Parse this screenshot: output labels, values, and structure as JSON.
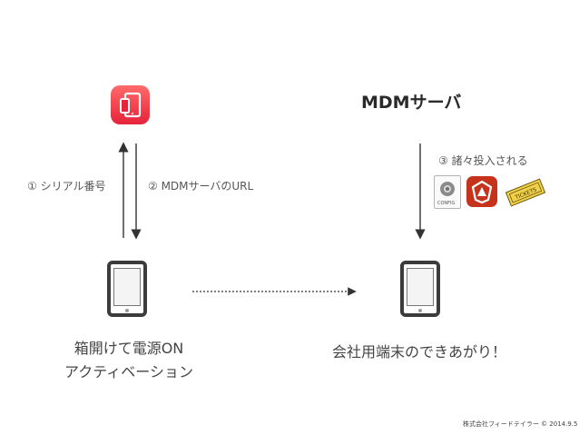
{
  "server_title": "MDMサーバ",
  "labels": {
    "serial": "① シリアル番号",
    "mdm_url": "② MDMサーバのURL",
    "profiles": "③ 諸々投入される"
  },
  "captions": {
    "unbox_line1": "箱開けて電源ON",
    "unbox_line2": "アクティベーション",
    "done": "会社用端末のできあがり！"
  },
  "footer": "株式会社フィードテイラー © 2014.9.5",
  "icons": {
    "app": "mdm-app-icon",
    "config": "config-profile-icon",
    "app2": "red-app-icon",
    "tickets": "tickets-icon",
    "device_left": "tablet-icon",
    "device_right": "tablet-icon"
  },
  "colors": {
    "app_red": "#e5233a",
    "tickets_yellow": "#f2d14a",
    "arrow": "#333333"
  }
}
